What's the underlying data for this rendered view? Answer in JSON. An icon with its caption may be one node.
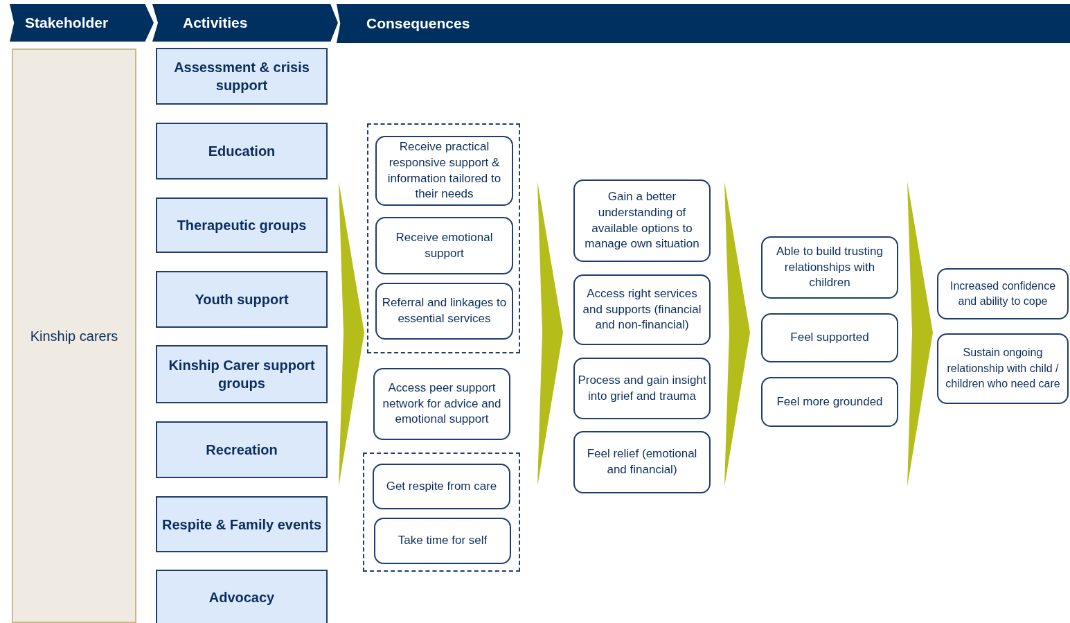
{
  "diagram": {
    "nodes": [
      {
        "text": [
          "Stakeholder"
        ]
      },
      {
        "text": [
          "Activities"
        ]
      },
      {
        "text": [
          "Consequences"
        ]
      },
      {
        "text": [
          "Kinship carers"
        ]
      },
      {
        "text": [
          "Assessment & crisis support"
        ]
      },
      {
        "text": [
          "Education"
        ]
      },
      {
        "text": [
          "Therapeutic groups"
        ]
      },
      {
        "text": [
          "Youth support"
        ]
      },
      {
        "text": [
          "Kinship Carer support groups"
        ]
      },
      {
        "text": [
          "Recreation"
        ]
      },
      {
        "text": [
          "Respite & Family events"
        ]
      },
      {
        "text": [
          "Advocacy"
        ]
      },
      {
        "text": [],
        "shape": "box"
      },
      {
        "text": [
          "Receive practical responsive support & information tailored to their needs"
        ],
        "in": 12
      },
      {
        "text": [
          "Receive emotional support"
        ],
        "in": 12
      },
      {
        "text": [
          "Referral and linkages to essential services"
        ],
        "in": 12
      },
      {
        "text": [
          "Access peer support network for advice and emotional support"
        ]
      },
      {
        "text": [],
        "shape": "box"
      },
      {
        "text": [
          "Get respite from care"
        ],
        "in": 17
      },
      {
        "text": [
          "Take time for self"
        ],
        "in": 17
      },
      {
        "text": [
          "Gain a better understanding of available options to manage own situation"
        ]
      },
      {
        "text": [
          "Access right services and supports (financial and non-financial)"
        ]
      },
      {
        "text": [
          "Process and gain insight into grief and trauma"
        ]
      },
      {
        "text": [
          "Feel relief (emotional and financial)"
        ]
      },
      {
        "text": [
          "Able to build trusting relationships with children"
        ]
      },
      {
        "text": [
          "Feel supported"
        ]
      },
      {
        "text": [
          "Feel more grounded"
        ]
      },
      {
        "text": [
          "Increased confidence and ability to cope"
        ]
      },
      {
        "text": [
          "Sustain ongoing relationship with child / children who need care"
        ]
      },
      {
        "text": [],
        "shape": "chevron"
      },
      {
        "text": [],
        "shape": "chevron"
      },
      {
        "text": [],
        "shape": "chevron"
      },
      {
        "text": [],
        "shape": "chevron"
      }
    ]
  }
}
